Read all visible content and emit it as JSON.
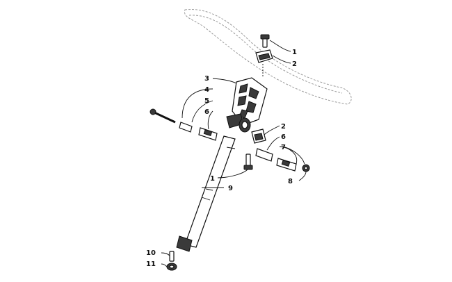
{
  "callouts": [
    {
      "id": "c1a",
      "text": "1"
    },
    {
      "id": "c2a",
      "text": "2"
    },
    {
      "id": "c3",
      "text": "3"
    },
    {
      "id": "c4",
      "text": "4"
    },
    {
      "id": "c5",
      "text": "5"
    },
    {
      "id": "c6a",
      "text": "6"
    },
    {
      "id": "c2b",
      "text": "2"
    },
    {
      "id": "c6b",
      "text": "6"
    },
    {
      "id": "c7",
      "text": "7"
    },
    {
      "id": "c8",
      "text": "8"
    },
    {
      "id": "c1b",
      "text": "1"
    },
    {
      "id": "c9",
      "text": "9"
    },
    {
      "id": "c10",
      "text": "10"
    },
    {
      "id": "c11",
      "text": "11"
    }
  ]
}
